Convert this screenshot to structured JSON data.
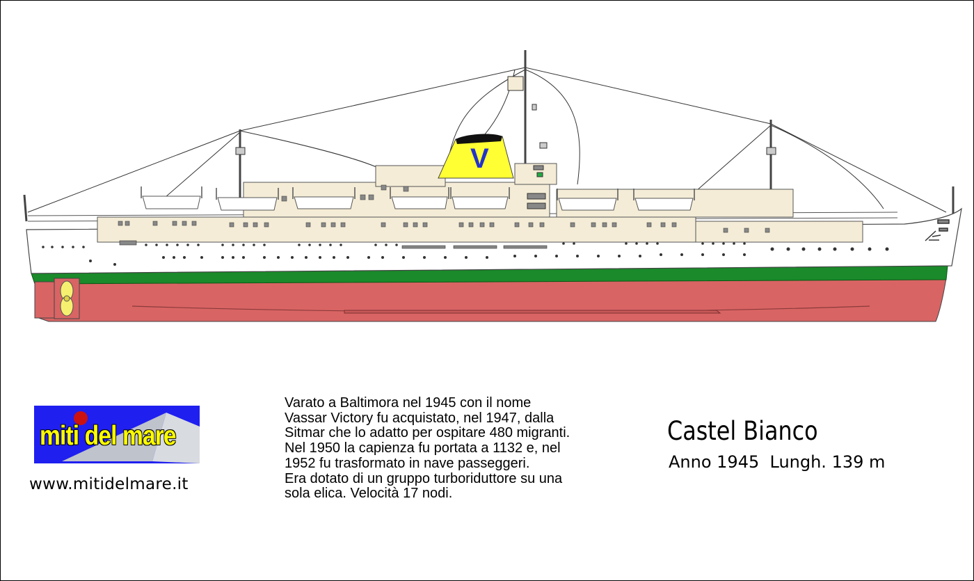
{
  "logo": {
    "text": "miti del mare"
  },
  "website": "www.mitidelmare.it",
  "description": [
    "Varato a Baltimora nel 1945 con il nome",
    "Vassar Victory fu acquistato, nel 1947, dalla",
    "Sitmar che lo adatto per ospitare 480 migranti.",
    "Nel 1950 la capienza fu portata a 1132 e, nel",
    "1952 fu trasformato in nave passeggeri.",
    "Era dotato di un gruppo turboriduttore su una",
    "sola elica. Velocità 17 nodi."
  ],
  "ship": {
    "name": "Castel Bianco",
    "specs": "Anno 1945  Lungh. 139 m",
    "funnel_letter": "V"
  },
  "colors": {
    "hull_lower": "#d96464",
    "boot_top": "#1a8a2a",
    "hull_upper": "#ffffff",
    "superstructure": "#f4ecd6",
    "funnel": "#ffff33",
    "funnel_top": "#111111",
    "funnel_letter": "#2233cc",
    "logo_bg": "#1f1ff0",
    "logo_text": "#ffff00"
  }
}
